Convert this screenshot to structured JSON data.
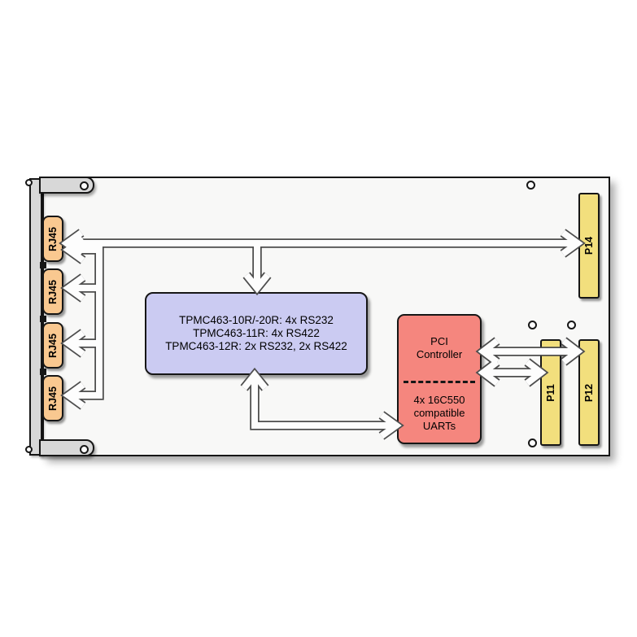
{
  "board": {
    "front_panel": {
      "connectors": [
        {
          "label": "RJ45"
        },
        {
          "label": "RJ45"
        },
        {
          "label": "RJ45"
        },
        {
          "label": "RJ45"
        }
      ]
    },
    "blocks": {
      "serial_transceivers": {
        "lines": [
          "TPMC463-10R/-20R: 4x RS232",
          "TPMC463-11R: 4x RS422",
          "TPMC463-12R: 2x RS232, 2x RS422"
        ]
      },
      "pci_uart": {
        "controller_lines": [
          "PCI",
          "Controller"
        ],
        "uart_lines": [
          "4x 16C550",
          "compatible",
          "UARTs"
        ]
      }
    },
    "rear_connectors": [
      {
        "label": "P14"
      },
      {
        "label": "P11"
      },
      {
        "label": "P12"
      }
    ]
  },
  "colors": {
    "page_bg": "#ffffff",
    "board_fill": "#f8f8f7",
    "board_border": "#161616",
    "faceplate_fill": "#d8d8d8",
    "rj45_fill": "#f9c890",
    "logic_block_fill": "#cbcbf2",
    "pci_block_fill": "#f5867e",
    "rear_connector_fill": "#f2df7d",
    "arrow_fill": "#fdfdfd",
    "arrow_outline": "#4d4d4d",
    "text_color": "#000000"
  }
}
